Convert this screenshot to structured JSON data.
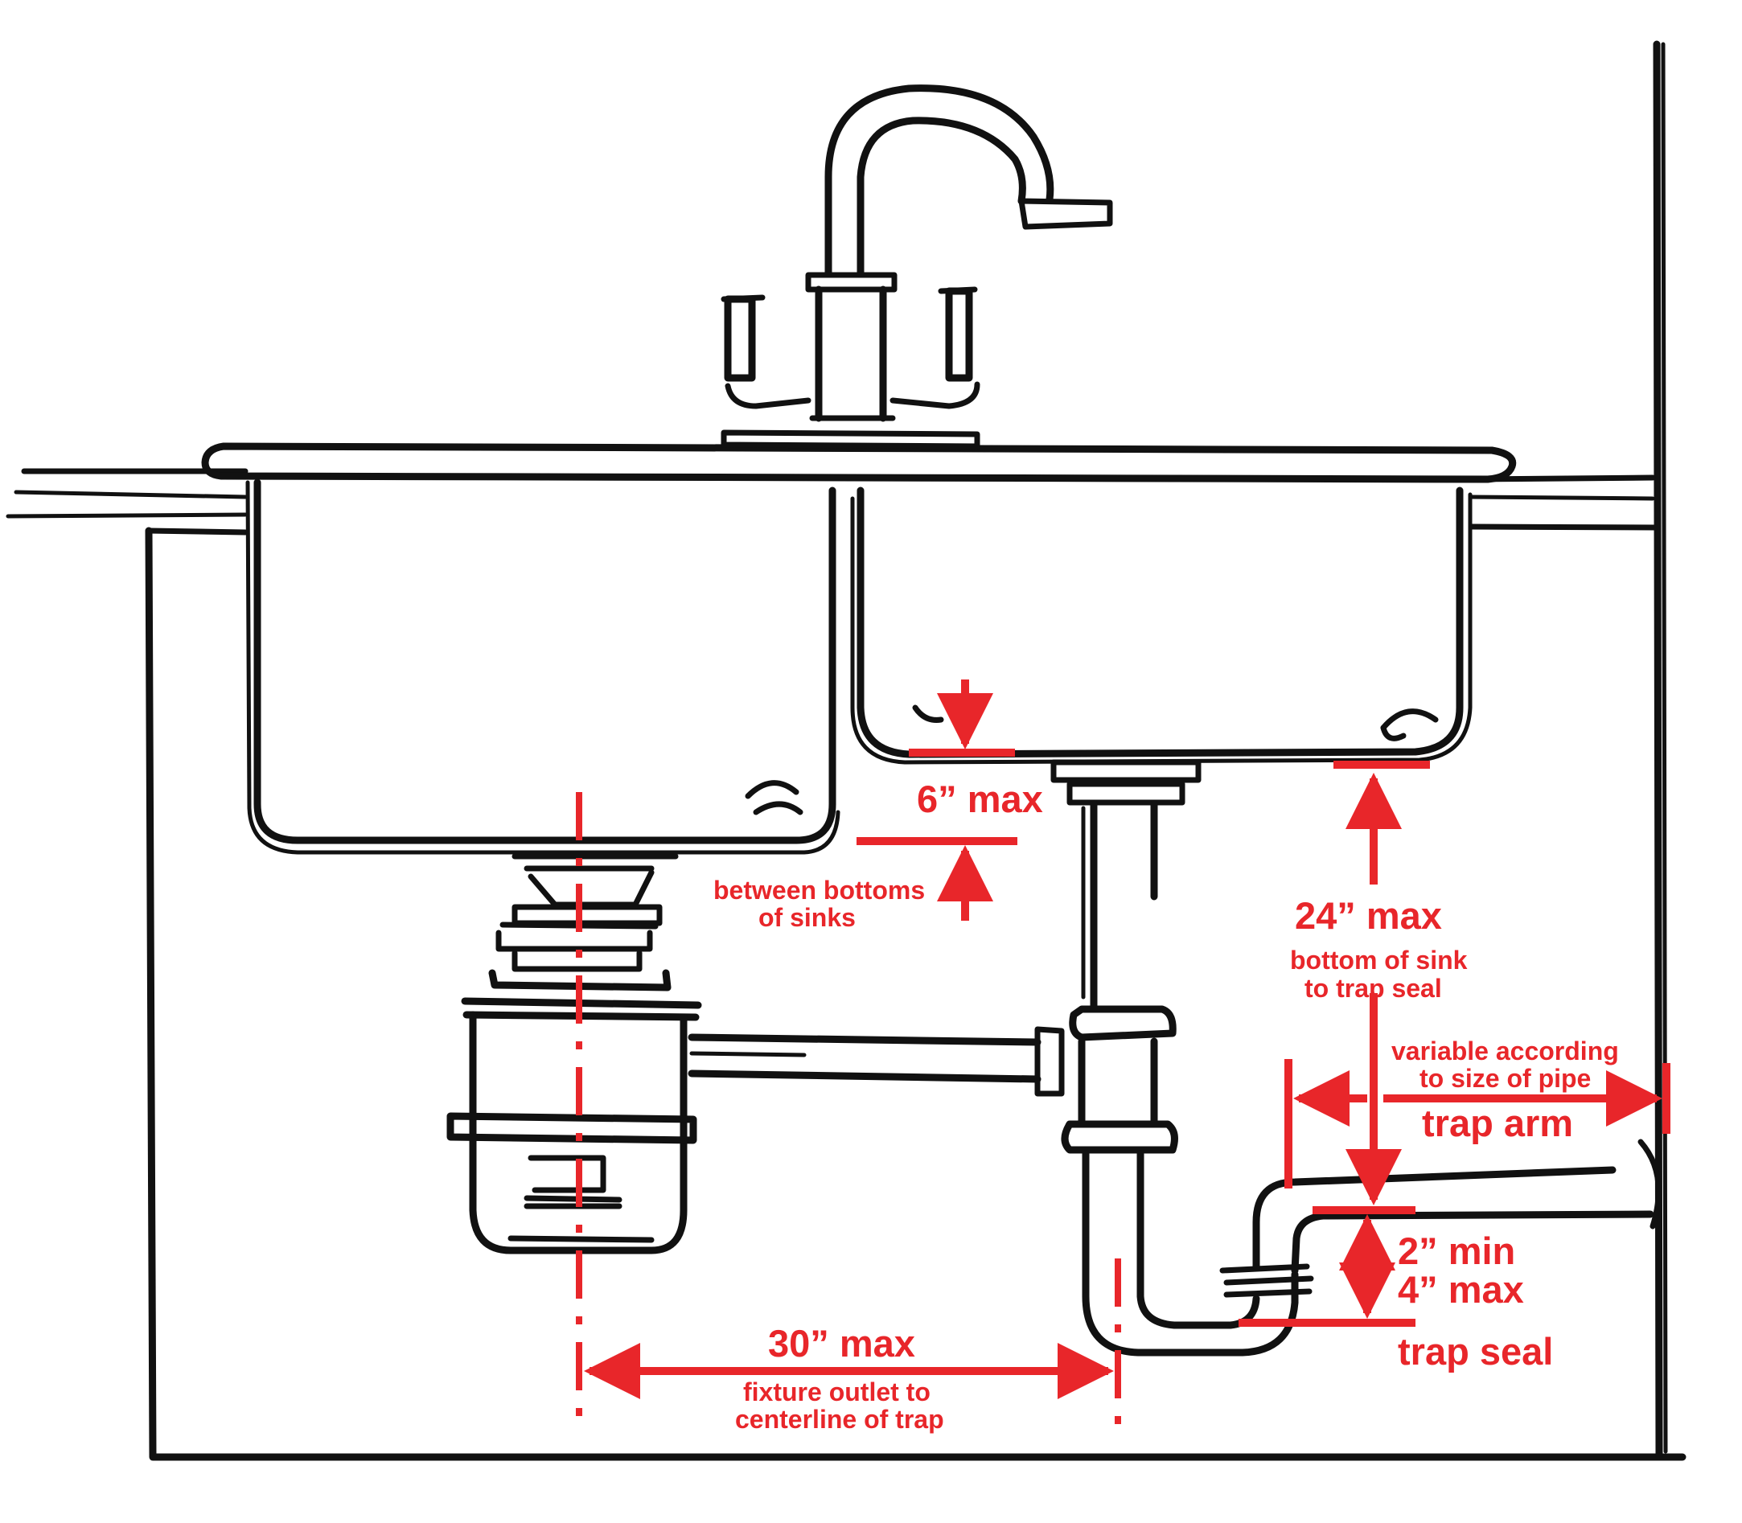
{
  "colors": {
    "ink": "#111111",
    "annotation": "#e8262a",
    "background": "#ffffff"
  },
  "labels": {
    "six_max": "6” max",
    "between_bottoms_1": "between bottoms",
    "between_bottoms_2": "of sinks",
    "twentyfour_max": "24” max",
    "bottom_sink_1": "bottom of sink",
    "bottom_sink_2": "to trap seal",
    "variable_1": "variable according",
    "variable_2": "to size of pipe",
    "trap_arm": "trap arm",
    "two_min": "2” min",
    "four_max": "4” max",
    "trap_seal": "trap seal",
    "thirty_max": "30” max",
    "fixture_outlet_1": "fixture outlet to",
    "fixture_outlet_2": "centerline of trap"
  },
  "icons": {
    "faucet": "faucet-icon",
    "disposal": "garbage-disposal-icon",
    "p_trap": "p-trap-icon"
  }
}
